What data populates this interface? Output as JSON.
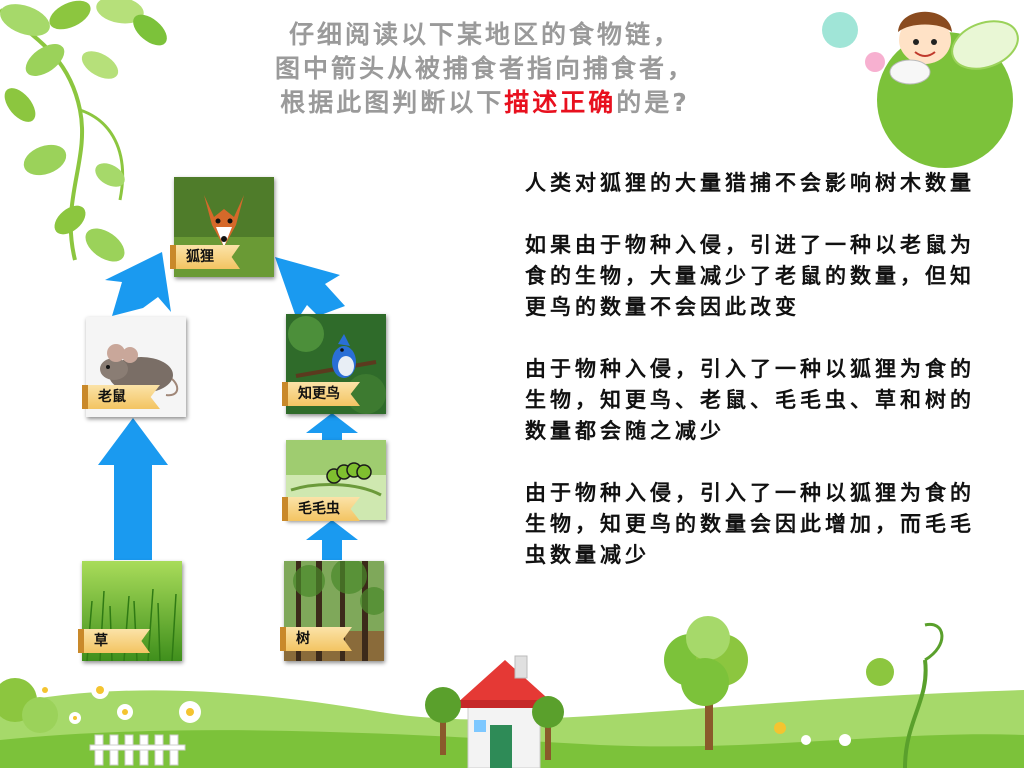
{
  "question": {
    "line1": "仔细阅读以下某地区的食物链，",
    "line2": "图中箭头从被捕食者指向捕食者，",
    "line3_prefix": "根据此图判断以下",
    "line3_highlight": "描述正确",
    "line3_suffix": "的是?"
  },
  "food_chain": {
    "fox": "狐狸",
    "mouse": "老鼠",
    "robin": "知更鸟",
    "caterpillar": "毛毛虫",
    "grass": "草",
    "tree": "树"
  },
  "options": [
    "人类对狐狸的大量猎捕不会影响树木数量",
    "如果由于物种入侵，引进了一种以老鼠为食的生物，大量减少了老鼠的数量，但知更鸟的数量不会因此改变",
    "由于物种入侵，引入了一种以狐狸为食的生物，知更鸟、老鼠、毛毛虫、草和树的数量都会随之减少",
    "由于物种入侵，引入了一种以狐狸为食的生物，知更鸟的数量会因此增加，而毛毛虫数量减少"
  ],
  "colors": {
    "arrow": "#1a9af0",
    "highlight": "#e8101e",
    "leaf": "#7cc23a"
  }
}
